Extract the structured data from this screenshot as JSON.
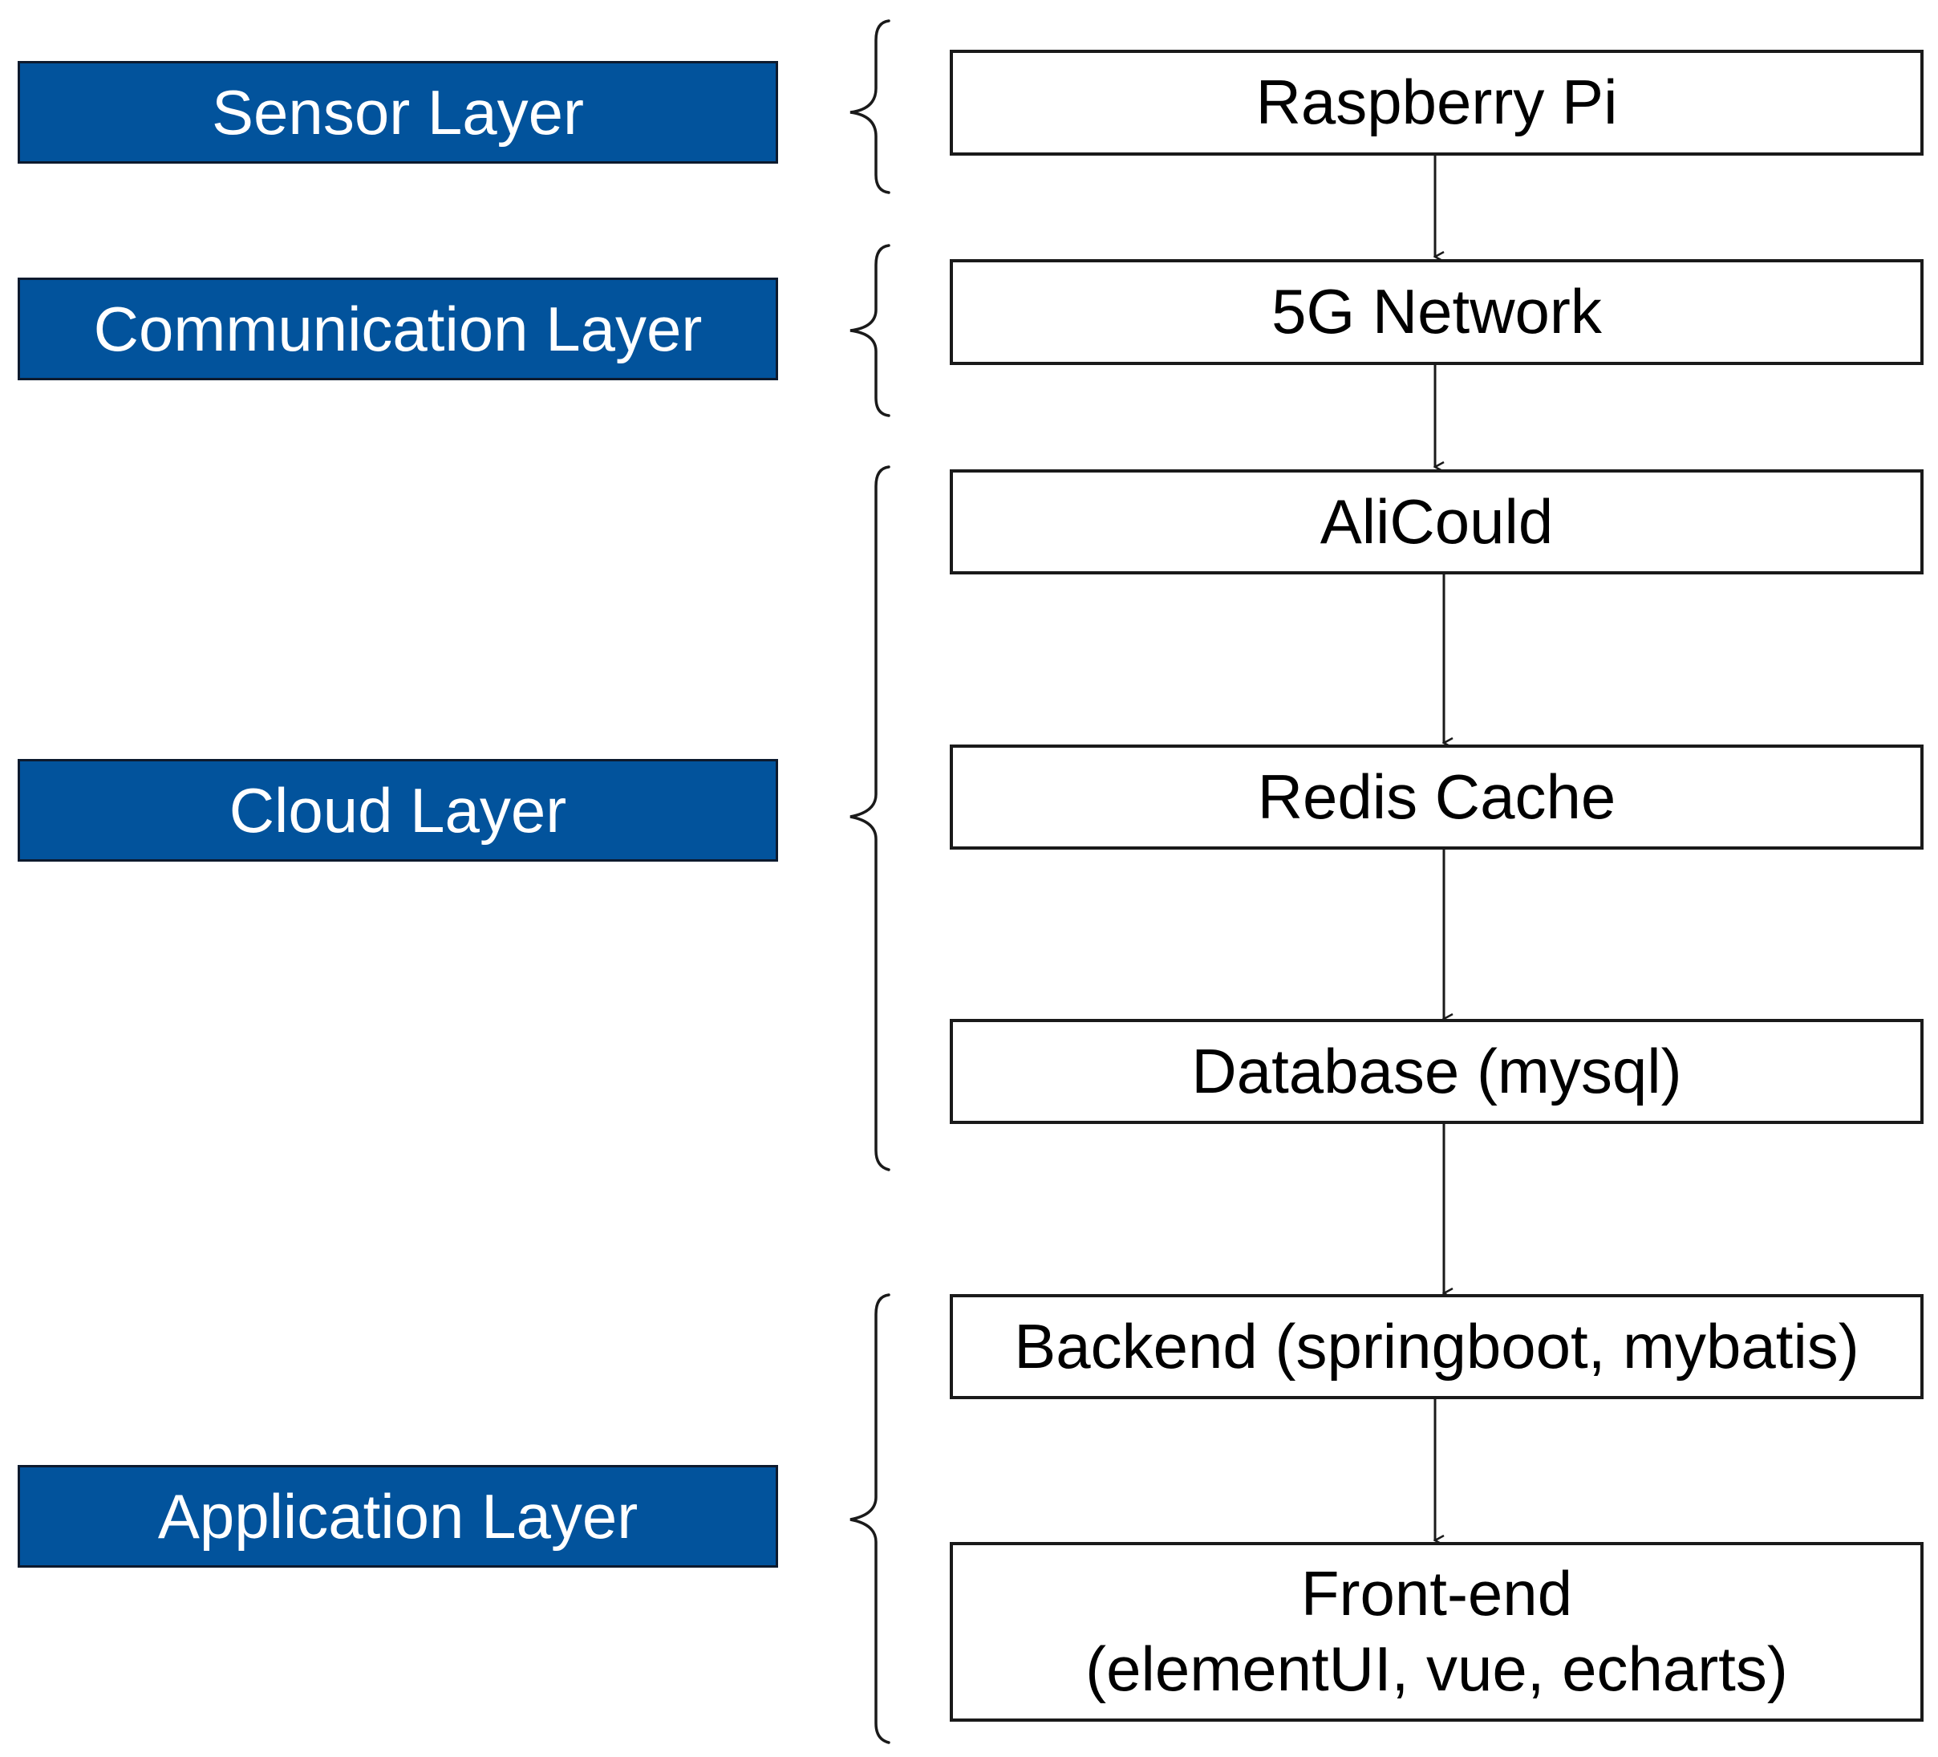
{
  "layers": [
    {
      "id": "sensor",
      "label": "Sensor Layer"
    },
    {
      "id": "communication",
      "label": "Communication Layer"
    },
    {
      "id": "cloud",
      "label": "Cloud Layer"
    },
    {
      "id": "application",
      "label": "Application Layer"
    }
  ],
  "nodes": {
    "raspberry_pi": "Raspberry Pi",
    "network_5g": "5G Network",
    "alicould": "AliCould",
    "redis_cache": "Redis Cache",
    "database": "Database (mysql)",
    "backend": "Backend (springboot, mybatis)",
    "frontend": {
      "line1": "Front-end",
      "line2": "(elementUI, vue, echarts)"
    }
  },
  "colors": {
    "layer_fill": "#02539c",
    "layer_text": "#ffffff",
    "node_border": "#1a1a1a",
    "connector": "#1a1a1a"
  }
}
